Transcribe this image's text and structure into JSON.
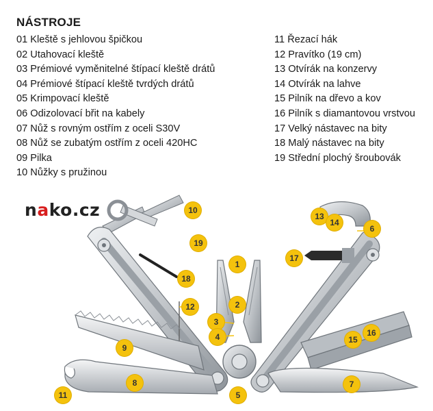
{
  "heading": "NÁSTROJE",
  "tools_left": [
    "01 Kleště s jehlovou špičkou",
    "02 Utahovací kleště",
    "03 Prémiové vyměnitelné štípací kleště drátů",
    "04 Prémiové štípací kleště tvrdých drátů",
    "05 Krimpovací kleště",
    "06 Odizolovací břit na kabely",
    "07 Nůž s rovným ostřím z oceli S30V",
    "08 Nůž se zubatým ostřím z oceli 420HC",
    "09 Pilka",
    "10 Nůžky s pružinou"
  ],
  "tools_right": [
    "11 Řezací hák",
    "12 Pravítko (19 cm)",
    "13 Otvírák na konzervy",
    "14 Otvírák na lahve",
    "15 Pilník na dřevo a kov",
    "16 Pilník s diamantovou vrstvou",
    "17 Velký nástavec na bity",
    "18 Malý nástavec na bity",
    "19 Střední plochý šroubovák"
  ],
  "logo": {
    "prefix": "n",
    "accent": "a",
    "suffix": "ko.cz"
  },
  "colors": {
    "badge": "#f4c20d",
    "logo_accent": "#d81e1e",
    "steel": "#c8cbcf"
  },
  "illustration_icon": "multitool-icon",
  "badges": [
    "1",
    "2",
    "3",
    "4",
    "5",
    "6",
    "7",
    "8",
    "9",
    "10",
    "11",
    "12",
    "13",
    "14",
    "15",
    "16",
    "17",
    "18",
    "19"
  ]
}
